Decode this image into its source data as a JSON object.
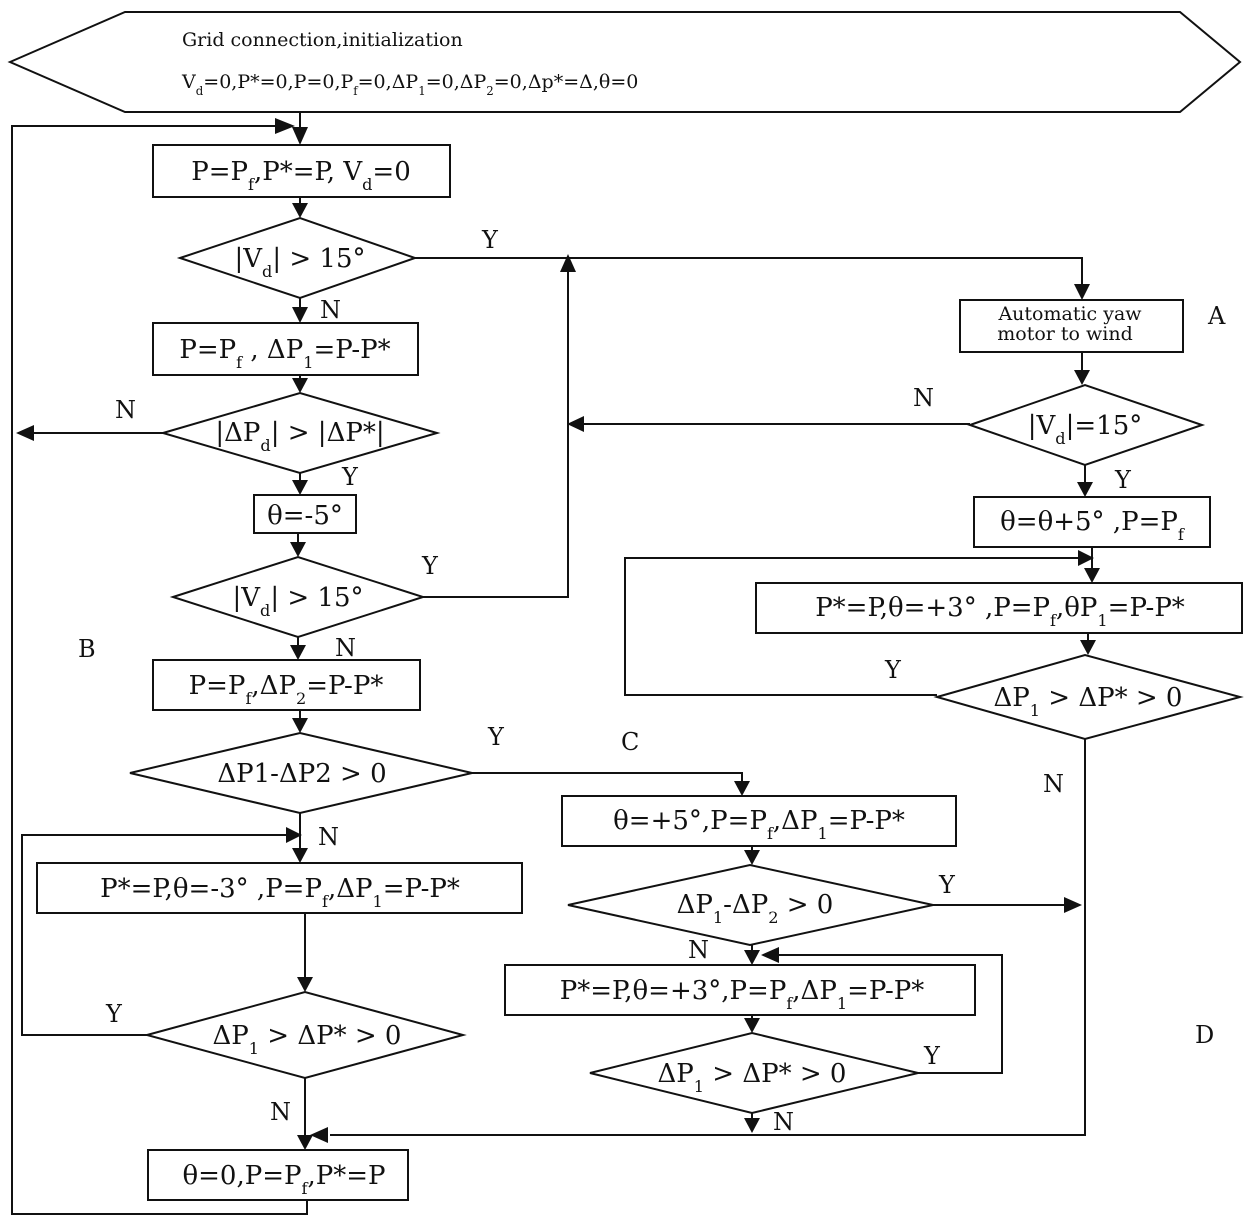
{
  "start": {
    "title": "Grid connection,initialization",
    "init": [
      "V",
      "d",
      "=0,P*=0,P=0,P",
      "f",
      "=0,ΔP",
      "1",
      "=0,ΔP",
      "2",
      "=0,Δp*=Δ,θ=0"
    ]
  },
  "left": {
    "box1": [
      "P=P",
      "f",
      ",P*=P, V",
      "d",
      "=0"
    ],
    "dec1": [
      "|V",
      "d",
      "| > 15°"
    ],
    "box2": [
      "P=P",
      "f",
      " ,  ΔP",
      "1",
      "=P-P*"
    ],
    "dec2": [
      "|ΔP",
      "d",
      "| > |ΔP*|"
    ],
    "box3": "θ=-5°",
    "dec3": [
      "|V",
      "d",
      "| > 15°"
    ],
    "box4": [
      "P=P",
      "f",
      ",ΔP",
      "2",
      "=P-P*"
    ],
    "dec4": "ΔP1-ΔP2 > 0",
    "box5": [
      "P*=P,θ=-3° ,P=P",
      "f",
      ",ΔP",
      "1",
      "=P-P*"
    ],
    "dec5": [
      "ΔP",
      "1",
      " > ΔP* > 0"
    ],
    "box6": [
      "θ=0,P=P",
      "f",
      ",P*=P"
    ]
  },
  "right": {
    "yaw_line1": "Automatic yaw",
    "yaw_line2": "motor to wind",
    "dec1": [
      "|V",
      "d",
      "|=15°"
    ],
    "box1": [
      "θ=θ+5° ,P=P",
      "f"
    ],
    "box2": [
      "P*=P,θ=+3° ,P=P",
      "f",
      ",θP",
      "1",
      "=P-P*"
    ],
    "dec2": [
      "ΔP",
      "1",
      " > ΔP* > 0"
    ]
  },
  "middle": {
    "box1": [
      "θ=+5°,P=P",
      "f",
      ",ΔP",
      "1",
      "=P-P*"
    ],
    "dec1": [
      "ΔP",
      "1",
      "-ΔP",
      "2",
      " > 0"
    ],
    "box2": [
      "P*=P,θ=+3°,P=P",
      "f",
      ",ΔP",
      "1",
      "=P-P*"
    ],
    "dec2": [
      "ΔP",
      "1",
      " > ΔP* > 0"
    ]
  },
  "labels": {
    "yes": "Y",
    "no": "N",
    "A": "A",
    "B": "B",
    "C": "C",
    "D": "D"
  }
}
